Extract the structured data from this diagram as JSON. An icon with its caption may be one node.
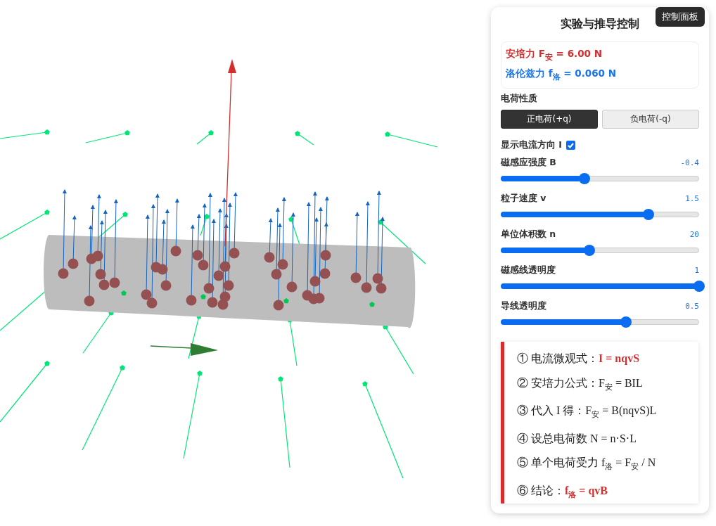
{
  "diagram": {
    "labels": [
      "控制面板",
      "实验与推导控制",
      "安培力 F$_{安}$ = 6.00 N",
      "洛伦兹力 f$_{洛}$ = 0.060 N",
      "电荷性质",
      "正电荷(+q)",
      "负电荷(-q)",
      "显示电流方向 I",
      "磁感应强度 B",
      "-0.4",
      "粒子速度 v",
      "1.5",
      "单位体积数 n",
      "20",
      "磁感线透明度",
      "1",
      "导线透明度",
      "0.5",
      "① 电流微观式：**I = nqvS**",
      "② 安培力公式：F$_{安}$ = BIL",
      "③ 代入 I 得：F$_{安}$ = B(nqvS)L",
      "④ 设总电荷数 N = n·S·L",
      "⑤ 单个电荷受力 f$_{洛}$ = F$_{安}$ / N",
      "⑥ 结论：**f$_{洛}$ = qvB**"
    ]
  }
}
